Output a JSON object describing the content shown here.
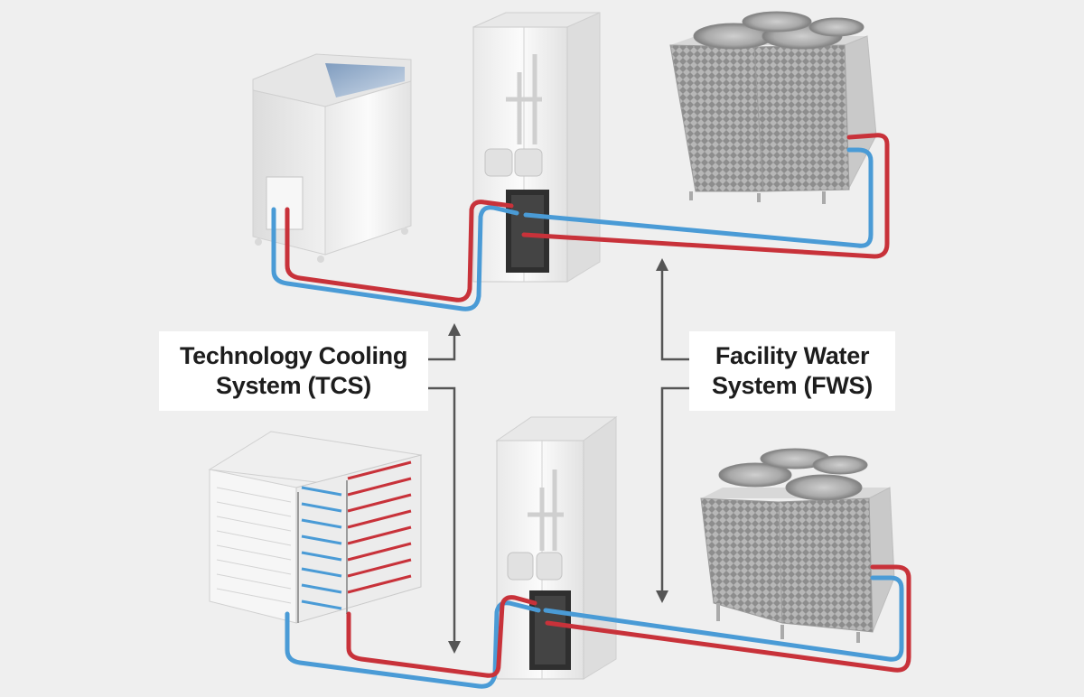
{
  "labels": {
    "tcs": {
      "line1": "Technology Cooling",
      "line2": "System (TCS)"
    },
    "fws": {
      "line1": "Facility Water",
      "line2": "System (FWS)"
    }
  },
  "colors": {
    "background": "#efefef",
    "supply_pipe": "#4a9bd6",
    "return_pipe": "#c8323a",
    "arrow": "#555555",
    "unit_body": "#f4f4f4",
    "unit_edge": "#cfcfcf",
    "coil_grille": "#9a9a9a"
  },
  "icons": [
    "arrow-up-icon",
    "arrow-down-icon",
    "fan-icon"
  ]
}
